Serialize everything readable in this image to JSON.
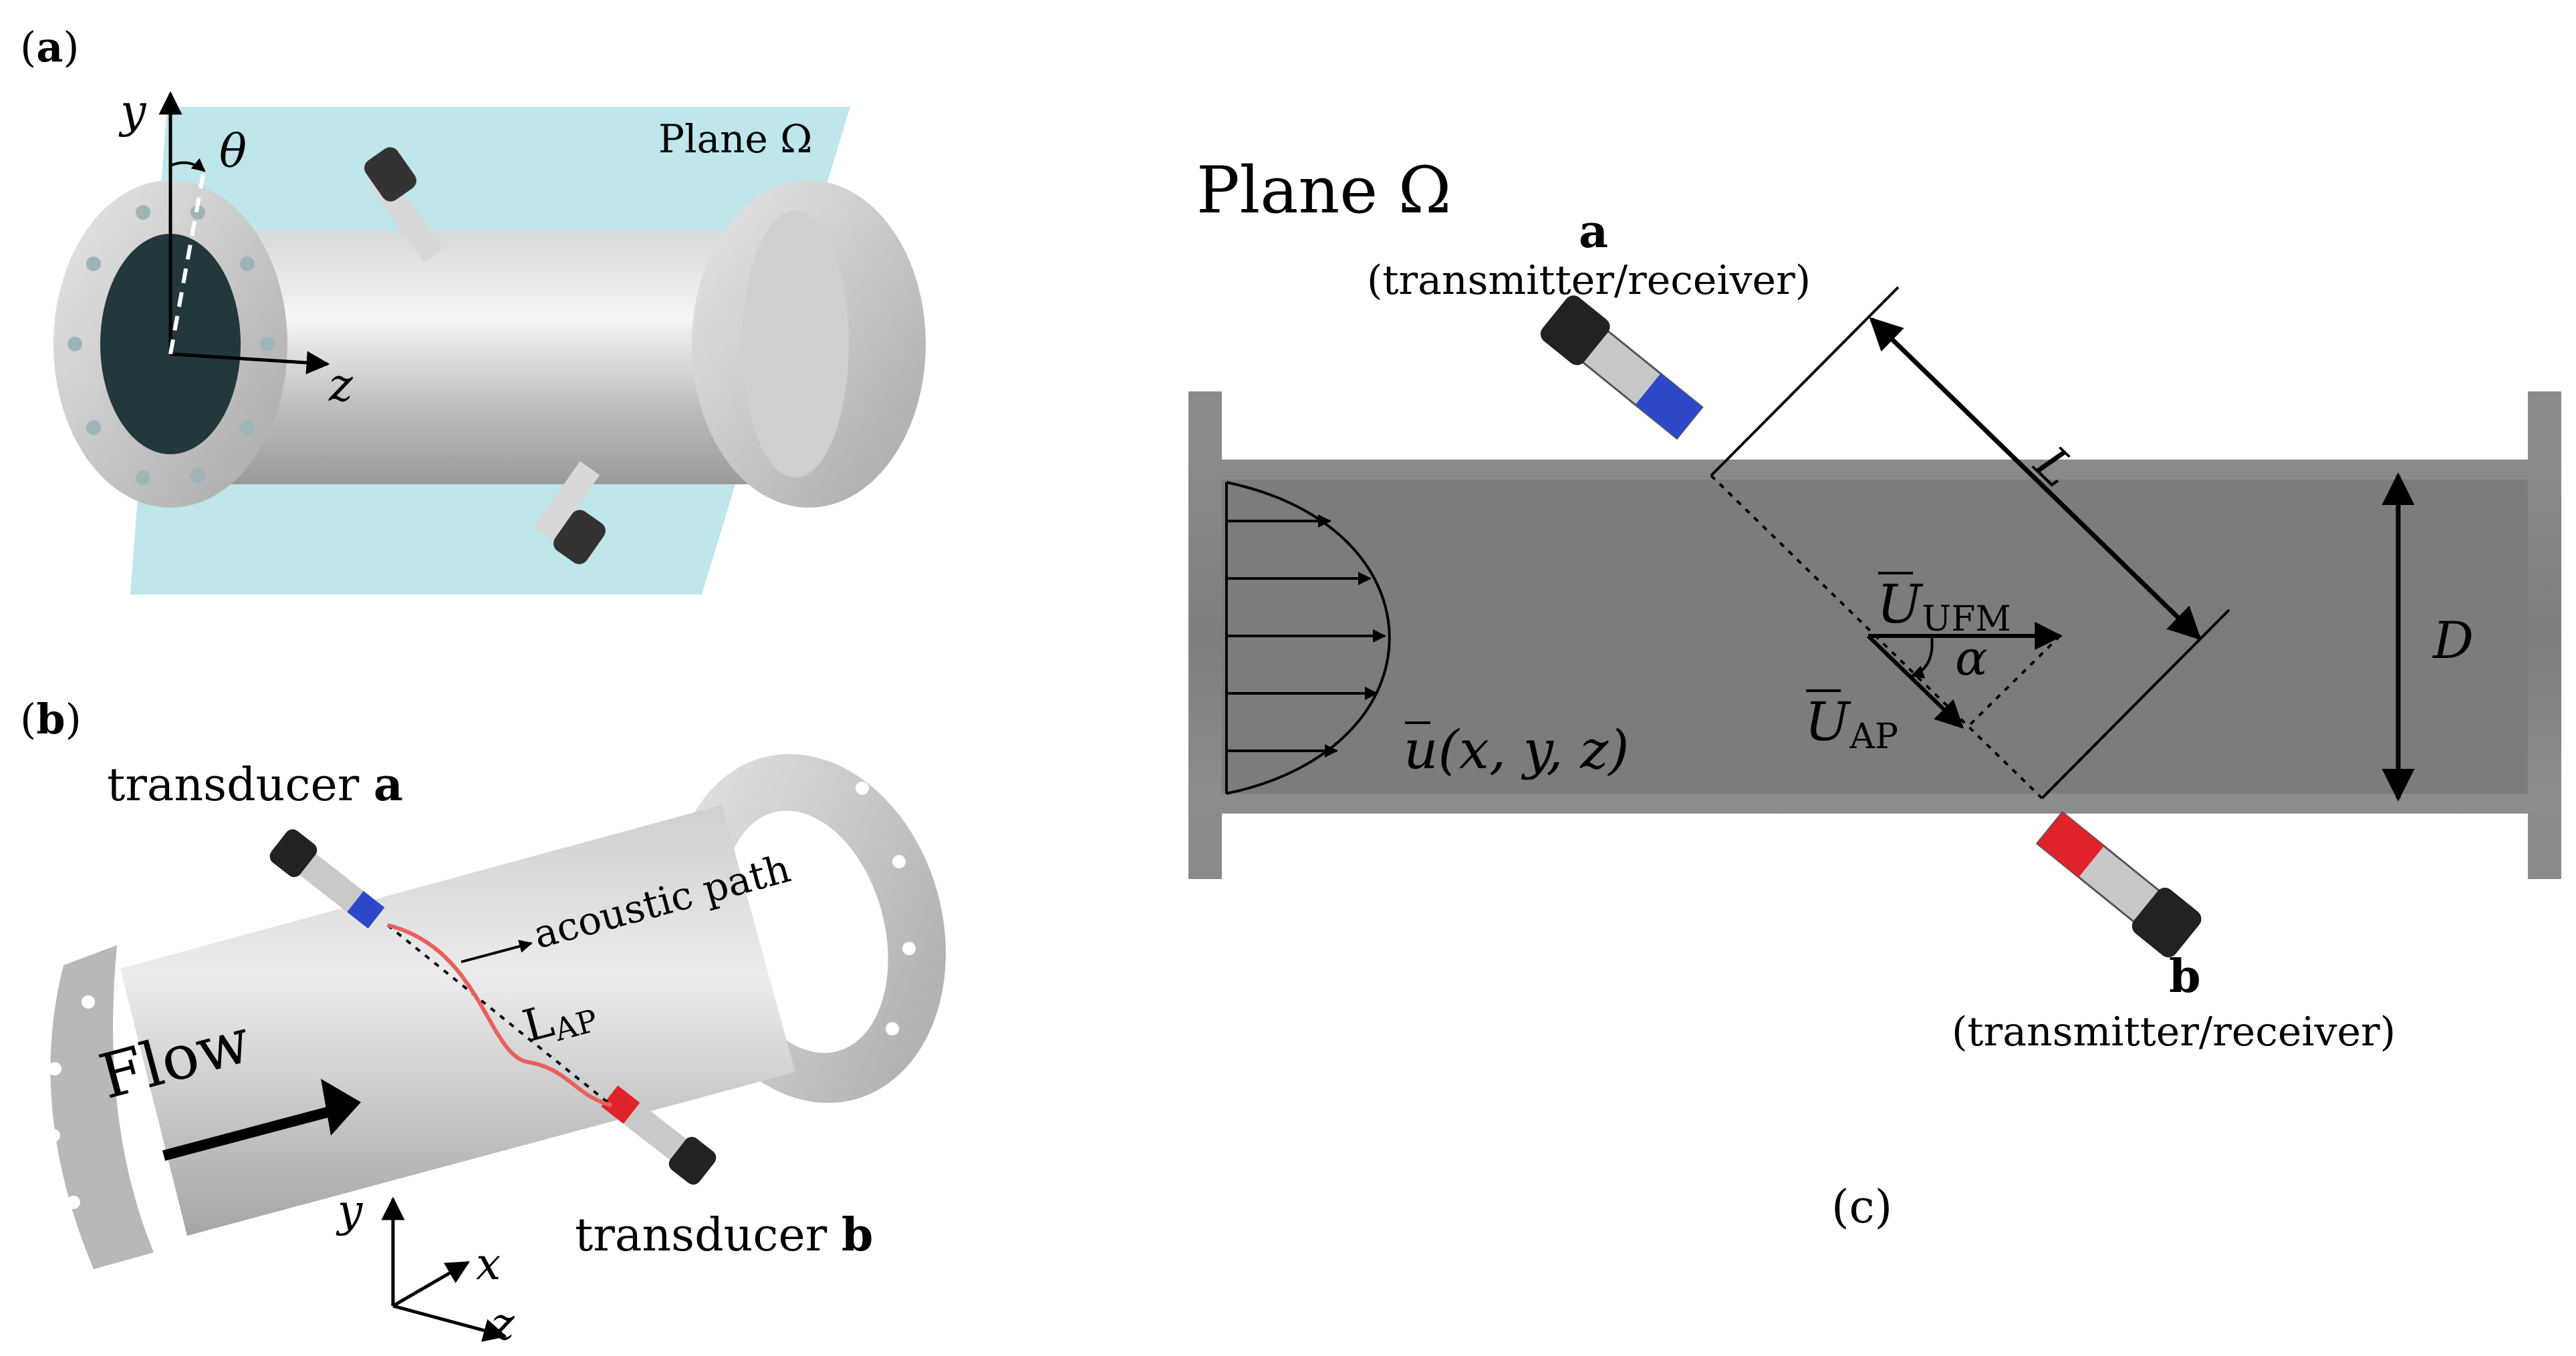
{
  "panel_a": {
    "label_open": "(",
    "label_letter": "a",
    "label_close": ")",
    "plane_label": "Plane Ω",
    "axis_y": "y",
    "axis_z": "z",
    "angle": "θ"
  },
  "panel_b": {
    "label_open": "(",
    "label_letter": "b",
    "label_close": ")",
    "transducer_a_prefix": "transducer ",
    "transducer_a_letter": "a",
    "transducer_b_prefix": "transducer ",
    "transducer_b_letter": "b",
    "acoustic_path": "acoustic path",
    "lap_main": "L",
    "lap_sub": "AP",
    "flow": "Flow",
    "axis_y": "y",
    "axis_x": "x",
    "axis_z": "z"
  },
  "panel_c": {
    "label": "(c)",
    "plane_label": "Plane Ω",
    "transducer_a": "a",
    "transducer_a_role": "(transmitter/receiver)",
    "transducer_b": "b",
    "transducer_b_role": "(transmitter/receiver)",
    "length": "L",
    "diameter": "D",
    "u_ufm_main": "U",
    "u_ufm_sub": "UFM",
    "u_ap_main": "U",
    "u_ap_sub": "AP",
    "alpha": "α",
    "velocity_field": "u(x, y, z)"
  },
  "colors": {
    "plane": "#bfe6ea",
    "pipe_dark": "#7a7a7a",
    "pipe_mid": "#8f8f8f",
    "transducer_a": "#2d48c8",
    "transducer_b": "#e0222a",
    "acoustic_path": "#e8605c"
  }
}
